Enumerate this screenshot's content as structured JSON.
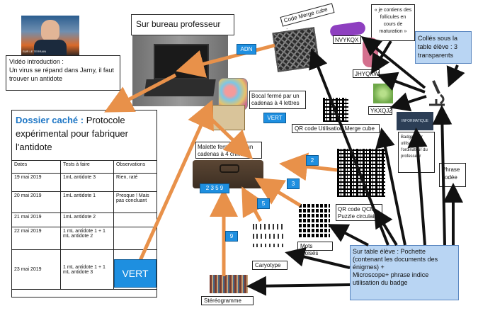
{
  "video": {
    "label": "Vidéo introduction :\n Un virus se répand dans Jarny, il faut trouver un antidote",
    "thumbnail_caption": "SUR LE TERRAIN"
  },
  "desk": {
    "label": "Sur bureau professeur"
  },
  "merge_cube": {
    "label": "Code Merge cube ."
  },
  "follicles_note": {
    "label": "« je contiens des follicules en cours de maturation »"
  },
  "codes": {
    "code1": "NVYKQX",
    "code2": "JHYQKW",
    "code3": "YKXQJZ"
  },
  "stuck": {
    "label": "Collés sous la table élève : 3 transparents"
  },
  "jar": {
    "label": "Bocal fermé par un cadenas à 4 lettres"
  },
  "merge_qr": {
    "label": "QR code Utilisation Merge cube"
  },
  "badge": {
    "label": "Badge pour utiliser l'ordinateur du professeur",
    "screen_text": "INFORMATIQUE"
  },
  "phrase": {
    "label": "Phrase codée"
  },
  "secret_file": {
    "title_blue": "Dossier caché :",
    "title_rest": "Protocole expérimental pour fabriquer l'antidote",
    "columns": [
      "Dates",
      "Tests à faire",
      "Observations"
    ],
    "rows": [
      [
        "19 mai 2019",
        "1mL antidote 3",
        "Rien, raté"
      ],
      [
        "20 mai 2019",
        "1mL antidote 1",
        "Presque ! Mais pas concluant"
      ],
      [
        "21 mai 2019",
        "1mL antidote 2",
        ""
      ],
      [
        "22 mai 2019",
        "1 mL antidote 1 + 1 mL antidote 2",
        ""
      ],
      [
        "23 mai 2019",
        "1 mL antidote 1 + 1 mL antidote 3",
        ""
      ]
    ]
  },
  "case": {
    "label": "Malette fermée par un cadenas à 4 chiffres",
    "code": "2 3 5 9"
  },
  "qcm": {
    "label": "QR code QCM Puzzle circulaire"
  },
  "crossword": {
    "label": "Mots croisés"
  },
  "karyotype": {
    "label": "Caryotype"
  },
  "stereogram": {
    "label": "Stéréogramme"
  },
  "pouch": {
    "label": "Sur table élève : Pochette (contenant  les documents des énigmes) +\nMicroscope+ phrase indice utilisation du badge"
  },
  "tags": {
    "adn": "ADN",
    "vert_jar": "VERT",
    "vert_big": "VERT",
    "n2": "2",
    "n3": "3",
    "n5": "5",
    "n9": "9"
  },
  "colors": {
    "arrow": "#e8914a",
    "blue": "#1e8fe0",
    "light_blue": "#b9d5f3",
    "title_blue": "#1d76c5"
  }
}
